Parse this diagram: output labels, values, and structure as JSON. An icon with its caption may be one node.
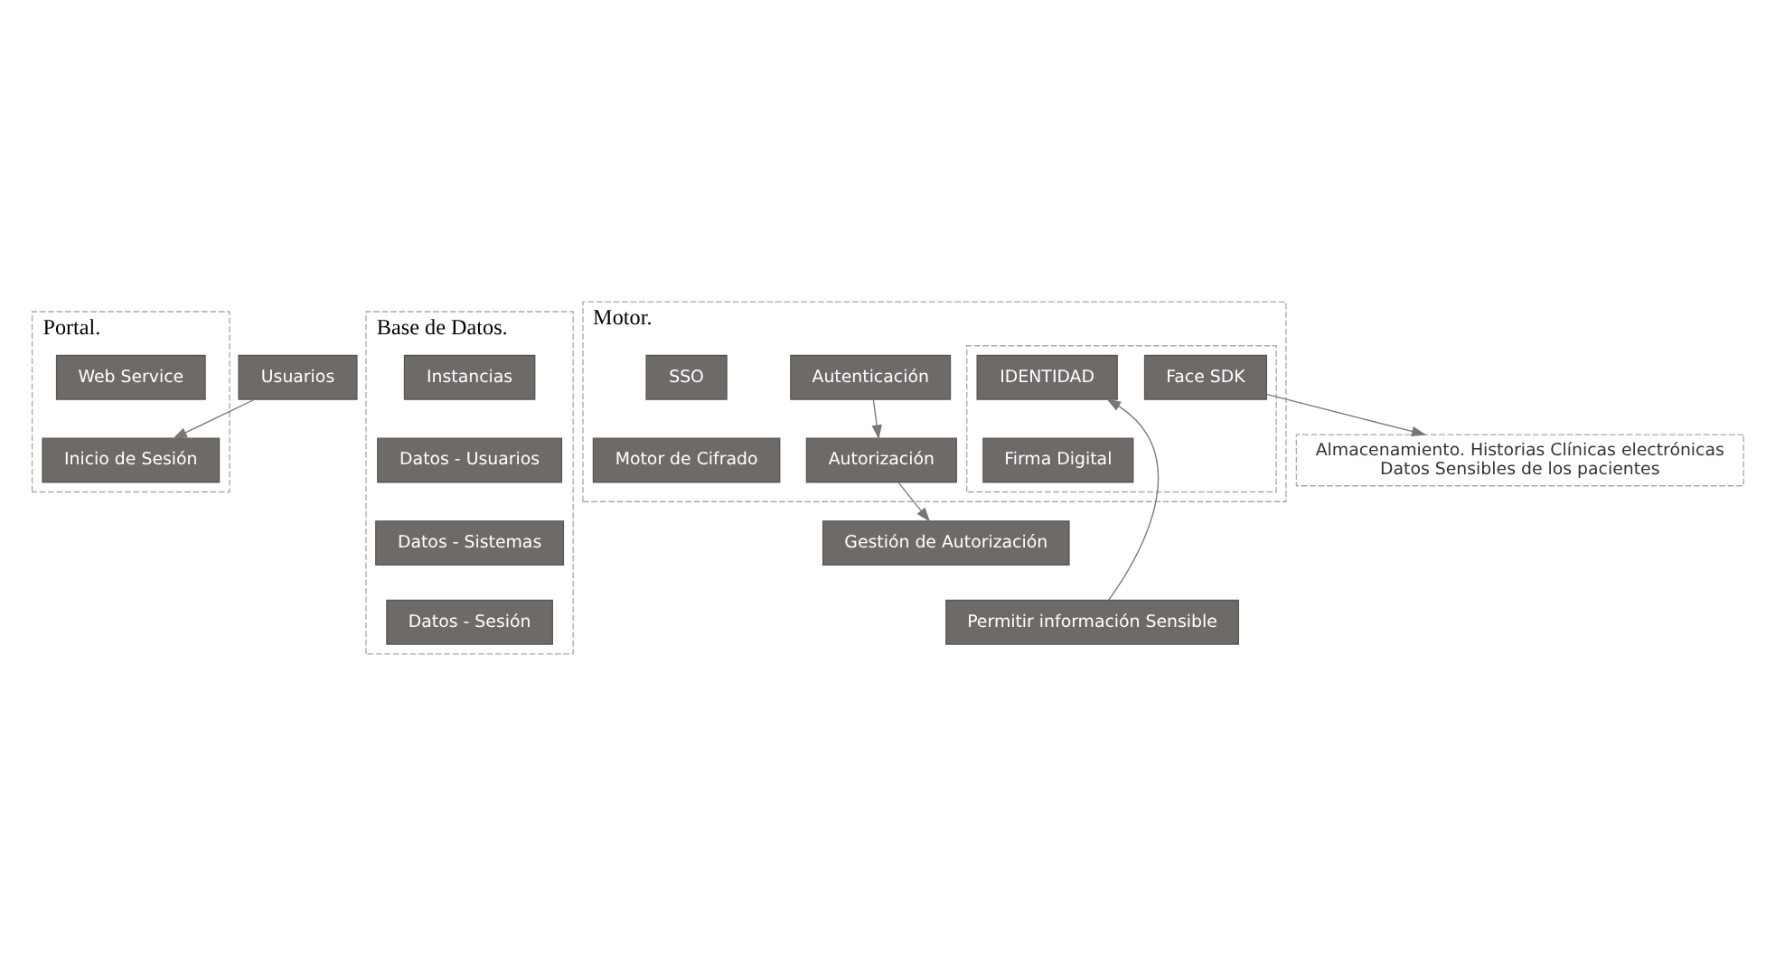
{
  "diagram": {
    "nodes": [
      {
        "text": [
          "Portal."
        ]
      },
      {
        "text": [
          "Web Service"
        ],
        "in": 0
      },
      {
        "text": [
          "Inicio de Sesión"
        ],
        "in": 0
      },
      {
        "text": [
          "Usuarios"
        ]
      },
      {
        "text": [
          "Base de Datos."
        ]
      },
      {
        "text": [
          "Instancias"
        ],
        "in": 4
      },
      {
        "text": [
          "Datos - Usuarios"
        ],
        "in": 4
      },
      {
        "text": [
          "Datos - Sistemas"
        ],
        "in": 4
      },
      {
        "text": [
          "Datos - Sesión"
        ],
        "in": 4
      },
      {
        "text": [
          "Motor."
        ]
      },
      {
        "text": [
          "Autenticación"
        ],
        "in": 9
      },
      {
        "text": [
          "Autorización"
        ],
        "in": 9
      },
      {
        "text": [
          "SSO"
        ],
        "in": 9
      },
      {
        "text": [
          "Motor de Cifrado"
        ],
        "in": 9
      },
      {
        "text": [],
        "shape": "box",
        "in": 9
      },
      {
        "text": [
          "IDENTIDAD"
        ],
        "in": 14
      },
      {
        "text": [
          "Firma Digital"
        ],
        "in": 14
      },
      {
        "text": [
          "Face SDK"
        ],
        "in": 14
      },
      {
        "text": [
          "Gestión de Autorización"
        ]
      },
      {
        "text": [
          "Permitir información Sensible"
        ]
      },
      {
        "text": [
          "Almacenamiento. Historias Clínicas electrónicas",
          "Datos Sensibles de los pacientes"
        ]
      }
    ],
    "edges": [
      {
        "from": 3,
        "to": 2,
        "arrow": "to"
      },
      {
        "from": 10,
        "to": 11,
        "arrow": "to"
      },
      {
        "from": 11,
        "to": 18,
        "arrow": "to"
      },
      {
        "from": 19,
        "to": 15,
        "arrow": "to"
      },
      {
        "from": 17,
        "to": 20,
        "arrow": "to"
      }
    ]
  }
}
